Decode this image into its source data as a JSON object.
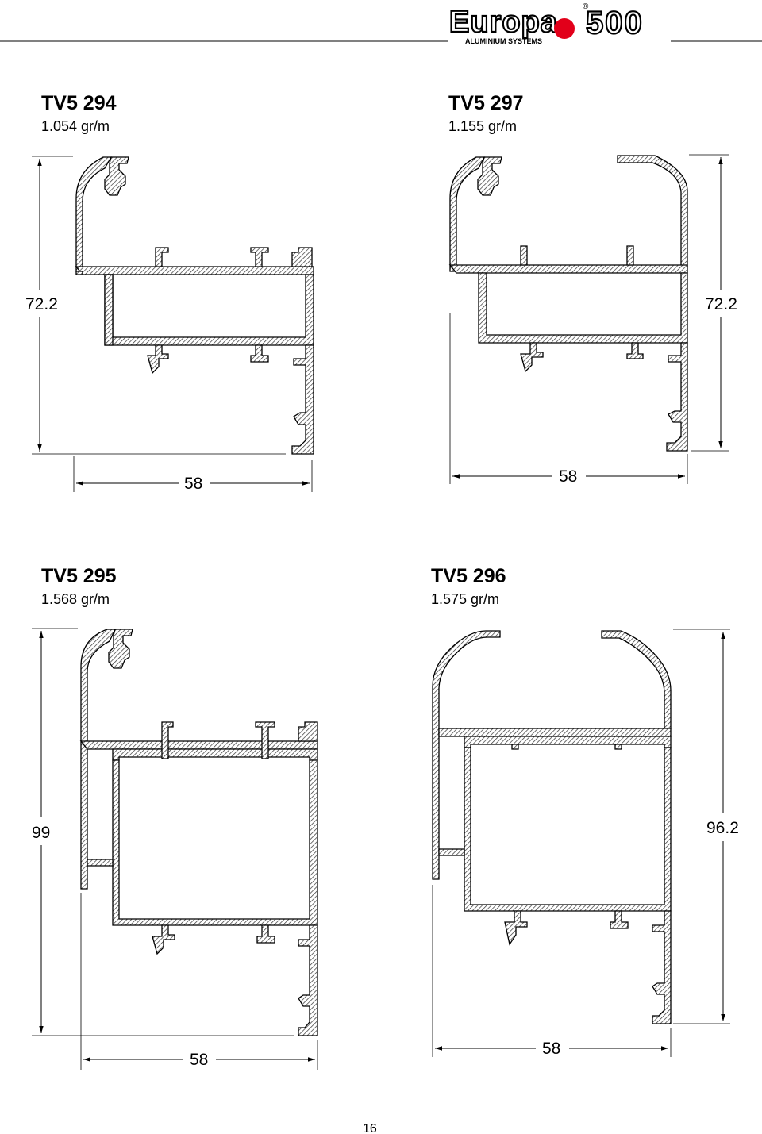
{
  "header": {
    "brand_main": "Europa",
    "brand_number": "500",
    "brand_sub": "ALUMINIUM SYSTEMS",
    "registered": "®"
  },
  "profiles": [
    {
      "code": "TV5 294",
      "weight": "1.054 gr/m",
      "width": "58",
      "height": "72.2"
    },
    {
      "code": "TV5 297",
      "weight": "1.155 gr/m",
      "width": "58",
      "height": "72.2"
    },
    {
      "code": "TV5 295",
      "weight": "1.568 gr/m",
      "width": "58",
      "height": "99"
    },
    {
      "code": "TV5 296",
      "weight": "1.575 gr/m",
      "width": "58",
      "height": "96.2"
    }
  ],
  "page_number": "16",
  "colors": {
    "profile_fill": "#d9d9d9",
    "accent_red": "#e2001a",
    "line": "#000000"
  }
}
